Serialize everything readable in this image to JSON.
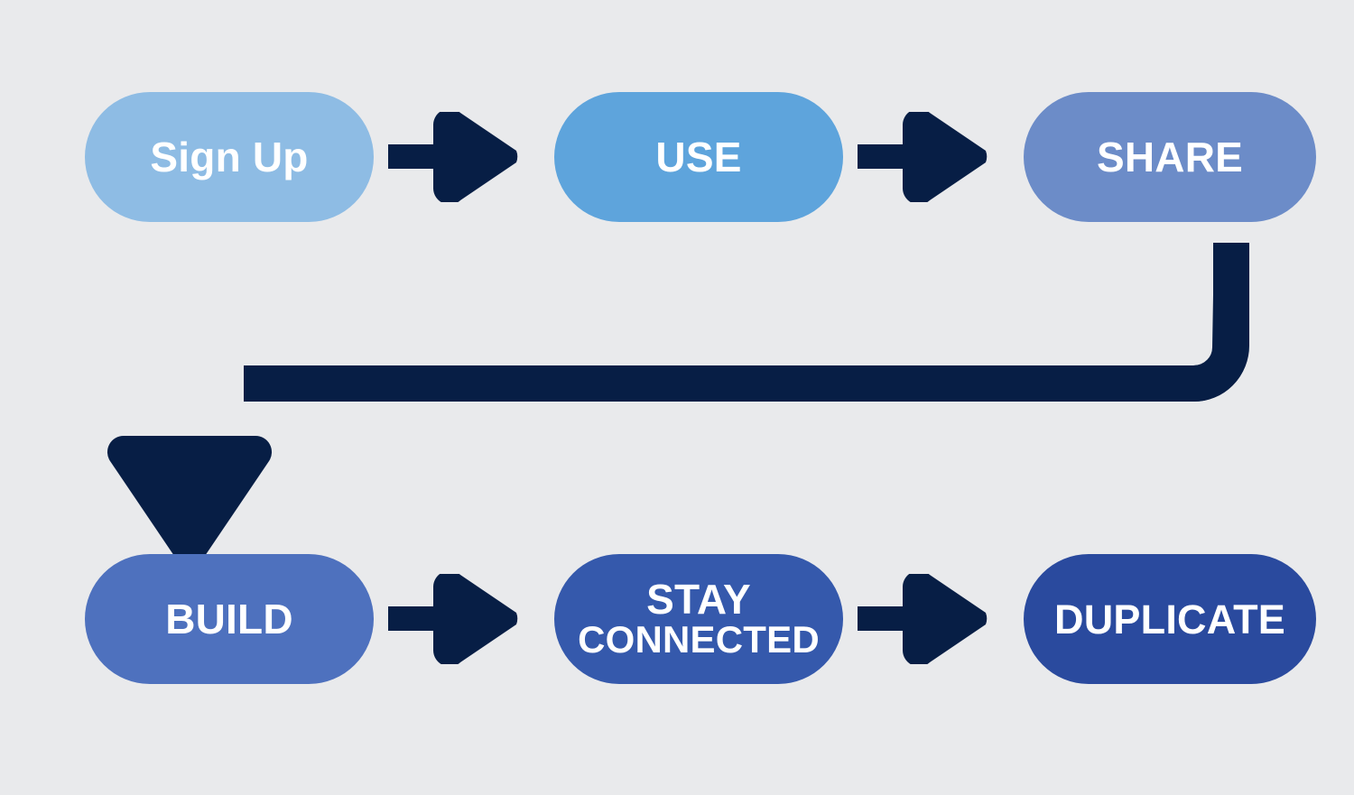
{
  "diagram": {
    "title": "Sign Up Use Share Build Stay Connected Duplicate process flow",
    "background_color": "#e9eaec",
    "arrow_color": "#071e45",
    "text_color": "#ffffff"
  },
  "nodes": {
    "signup": {
      "label": "Sign Up",
      "color": "#8ebce4",
      "row": 1,
      "order": 1
    },
    "use": {
      "label": "USE",
      "color": "#5ea4dc",
      "row": 1,
      "order": 2
    },
    "share": {
      "label": "SHARE",
      "color": "#6c8cc8",
      "row": 1,
      "order": 3
    },
    "build": {
      "label": "BUILD",
      "color": "#4e71be",
      "row": 2,
      "order": 1
    },
    "stay_connected": {
      "label_line1": "STAY",
      "label_line2": "CONNECTED",
      "color": "#3559ac",
      "row": 2,
      "order": 2
    },
    "duplicate": {
      "label": "DUPLICATE",
      "color": "#2a4a9e",
      "row": 2,
      "order": 3
    }
  },
  "connectors": {
    "signup_to_use": {
      "icon": "right-arrow-icon",
      "from": "Sign Up",
      "to": "USE"
    },
    "use_to_share": {
      "icon": "right-arrow-icon",
      "from": "USE",
      "to": "SHARE"
    },
    "share_to_build": {
      "icon": "elbow-down-left-arrow-icon",
      "from": "SHARE",
      "to": "BUILD"
    },
    "build_to_stay": {
      "icon": "right-arrow-icon",
      "from": "BUILD",
      "to": "STAY CONNECTED"
    },
    "stay_to_duplicate": {
      "icon": "right-arrow-icon",
      "from": "STAY CONNECTED",
      "to": "DUPLICATE"
    }
  },
  "chart_data": {
    "type": "diagram",
    "title": "Process Flow",
    "steps": [
      "Sign Up",
      "USE",
      "SHARE",
      "BUILD",
      "STAY CONNECTED",
      "DUPLICATE"
    ],
    "step_colors": [
      "#8ebce4",
      "#5ea4dc",
      "#6c8cc8",
      "#4e71be",
      "#3559ac",
      "#2a4a9e"
    ],
    "flow": "Sign Up -> USE -> SHARE -> BUILD -> STAY CONNECTED -> DUPLICATE"
  }
}
